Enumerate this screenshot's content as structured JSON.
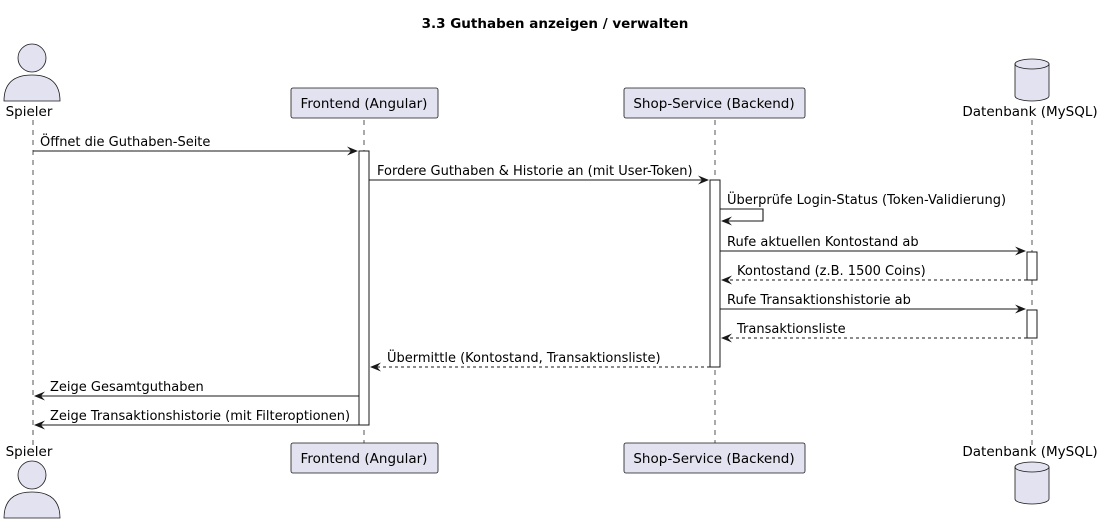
{
  "title": "3.3 Guthaben anzeigen / verwalten",
  "participants": [
    {
      "id": "spieler",
      "label": "Spieler",
      "kind": "actor"
    },
    {
      "id": "frontend",
      "label": "Frontend (Angular)",
      "kind": "participant"
    },
    {
      "id": "shop",
      "label": "Shop-Service (Backend)",
      "kind": "participant"
    },
    {
      "id": "db",
      "label": "Datenbank (MySQL)",
      "kind": "database"
    }
  ],
  "messages": [
    {
      "from": "spieler",
      "to": "frontend",
      "text": "Öffnet die Guthaben-Seite",
      "style": "solid"
    },
    {
      "from": "frontend",
      "to": "shop",
      "text": "Fordere Guthaben & Historie an (mit User-Token)",
      "style": "solid"
    },
    {
      "from": "shop",
      "to": "shop",
      "text": "Überprüfe Login-Status (Token-Validierung)",
      "style": "solid"
    },
    {
      "from": "shop",
      "to": "db",
      "text": "Rufe aktuellen Kontostand ab",
      "style": "solid"
    },
    {
      "from": "db",
      "to": "shop",
      "text": "Kontostand (z.B. 1500 Coins)",
      "style": "dashed"
    },
    {
      "from": "shop",
      "to": "db",
      "text": "Rufe Transaktionshistorie ab",
      "style": "solid"
    },
    {
      "from": "db",
      "to": "shop",
      "text": "Transaktionsliste",
      "style": "dashed"
    },
    {
      "from": "shop",
      "to": "frontend",
      "text": "Übermittle (Kontostand, Transaktionsliste)",
      "style": "dashed"
    },
    {
      "from": "frontend",
      "to": "spieler",
      "text": "Zeige Gesamtguthaben",
      "style": "solid"
    },
    {
      "from": "frontend",
      "to": "spieler",
      "text": "Zeige Transaktionshistorie (mit Filteroptionen)",
      "style": "solid"
    }
  ],
  "colors": {
    "participant_fill": "#E2E2F0",
    "border": "#181818",
    "lifeline": "#555555"
  }
}
